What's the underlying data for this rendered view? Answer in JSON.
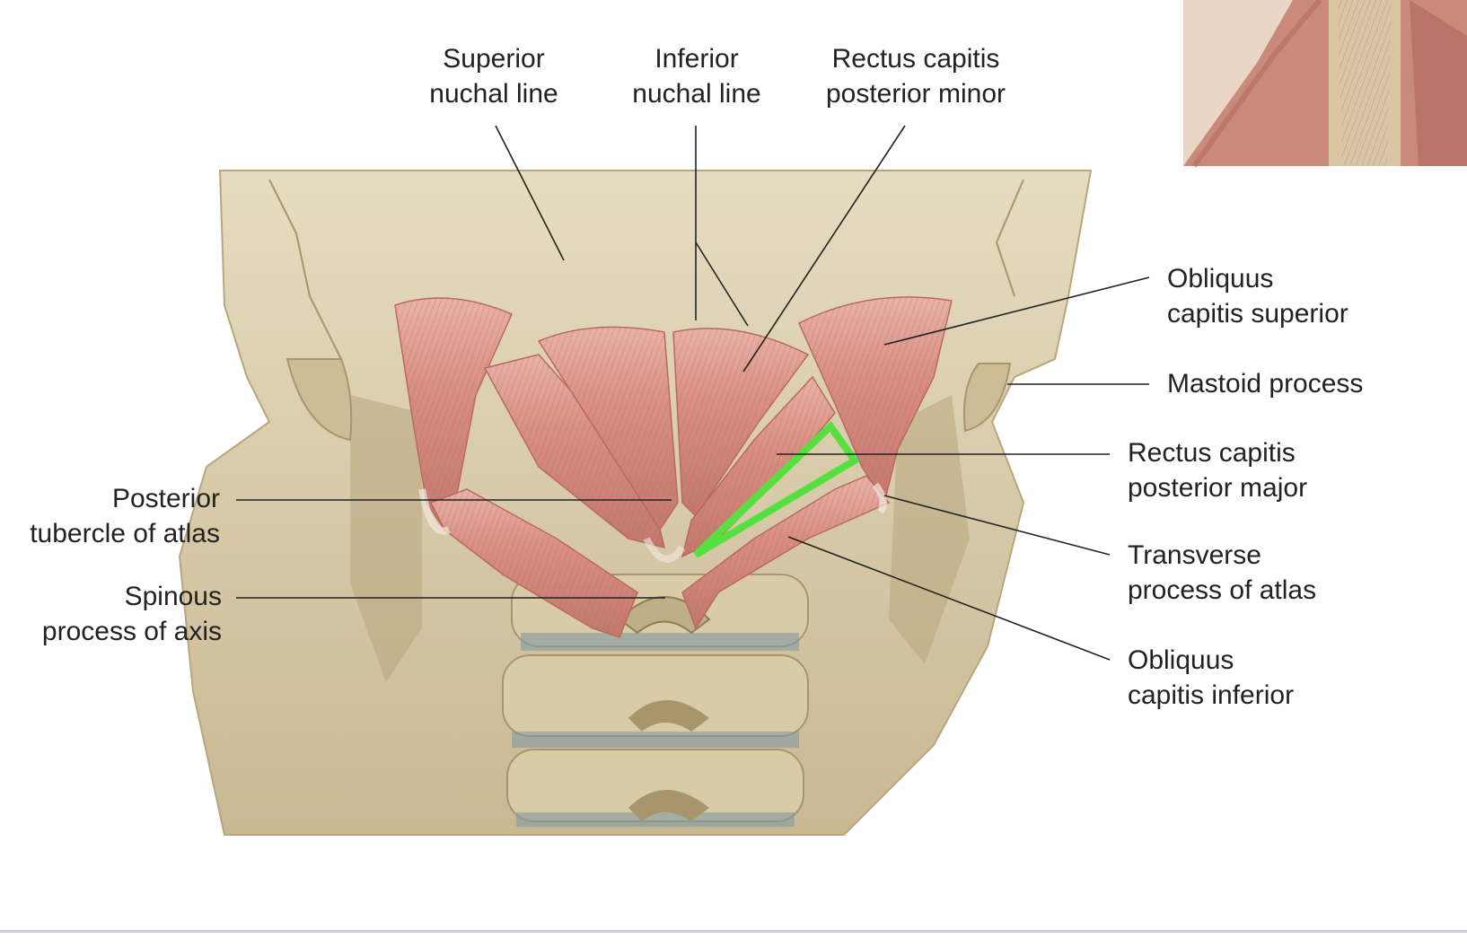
{
  "labels": {
    "superior_nuchal_line": [
      "Superior",
      "nuchal line"
    ],
    "inferior_nuchal_line": [
      "Inferior",
      "nuchal line"
    ],
    "rectus_capitis_posterior_minor": [
      "Rectus capitis",
      "posterior minor"
    ],
    "obliquus_capitis_superior": [
      "Obliquus",
      "capitis superior"
    ],
    "mastoid_process": [
      "Mastoid process"
    ],
    "rectus_capitis_posterior_major": [
      "Rectus capitis",
      "posterior major"
    ],
    "transverse_process_of_atlas": [
      "Transverse",
      "process of atlas"
    ],
    "obliquus_capitis_inferior": [
      "Obliquus",
      "capitis inferior"
    ],
    "posterior_tubercle_of_atlas": [
      "Posterior",
      "tubercle of atlas"
    ],
    "spinous_process_of_axis": [
      "Spinous",
      "process of axis"
    ]
  },
  "colors": {
    "bone": "#ddd0b0",
    "bone_shadow": "#b8a67e",
    "muscle": "#d98e82",
    "muscle_dark": "#b86a60",
    "highlight_triangle": "#55e040",
    "leader_line": "#222222"
  }
}
